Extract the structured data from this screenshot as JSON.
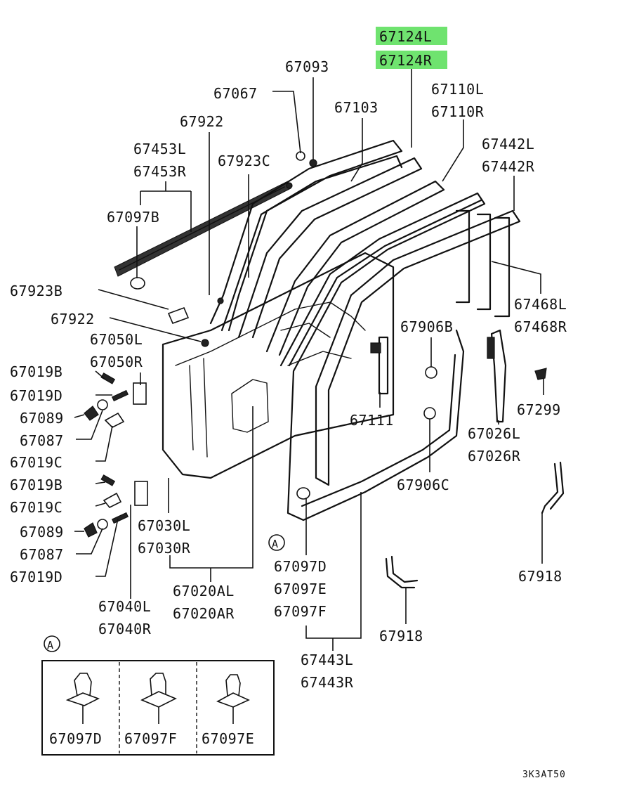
{
  "labels": {
    "p67124L": "67124L",
    "p67124R": "67124R",
    "p67093": "67093",
    "p67067": "67067",
    "p67103": "67103",
    "p67110L": "67110L",
    "p67110R": "67110R",
    "p67922_top": "67922",
    "p67453L": "67453L",
    "p67453R": "67453R",
    "p67923C": "67923C",
    "p67442L": "67442L",
    "p67442R": "67442R",
    "p67097B": "67097B",
    "p67923B": "67923B",
    "p67468L": "67468L",
    "p67468R": "67468R",
    "p67922_mid": "67922",
    "p67050L": "67050L",
    "p67050R": "67050R",
    "p67906B": "67906B",
    "p67019B_1": "67019B",
    "p67019D_1": "67019D",
    "p67299": "67299",
    "p67089_1": "67089",
    "p67087_1": "67087",
    "p67111": "67111",
    "p67026L": "67026L",
    "p67026R": "67026R",
    "p67019C_1": "67019C",
    "p67019B_2": "67019B",
    "p67906C": "67906C",
    "p67019C_2": "67019C",
    "p67030L": "67030L",
    "p67030R": "67030R",
    "p67089_2": "67089",
    "p67087_2": "67087",
    "p67019D_2": "67019D",
    "p67097D": "67097D",
    "p67097E": "67097E",
    "p67097F": "67097F",
    "p67918_right": "67918",
    "p67020AL": "67020AL",
    "p67020AR": "67020AR",
    "p67040L": "67040L",
    "p67040R": "67040R",
    "p67918_low": "67918",
    "p67443L": "67443L",
    "p67443R": "67443R",
    "detailA_mark": "A",
    "calloutA_mark": "A",
    "inset_67097D": "67097D",
    "inset_67097F": "67097F",
    "inset_67097E": "67097E",
    "diagram_code": "3K3AT50"
  },
  "colors": {
    "highlight": "#6fe36f",
    "ink": "#111111"
  }
}
